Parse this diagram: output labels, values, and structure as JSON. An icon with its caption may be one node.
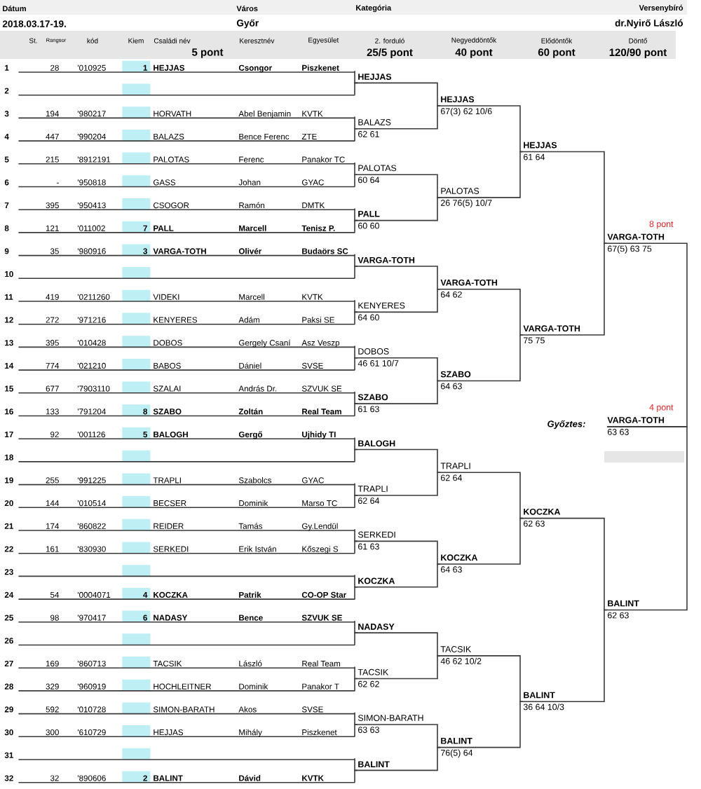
{
  "diagram": {
    "nodes": [
      {
        "text": [
          "1",
          "28",
          "'010925",
          "1",
          "HEJJAS",
          "Csongor",
          "Piszkenet"
        ]
      },
      {
        "text": [
          "2"
        ]
      },
      {
        "text": [
          "3",
          "194",
          "'980217",
          "HORVATH",
          "Abel Benjamin",
          "KVTK"
        ]
      },
      {
        "text": [
          "4",
          "447",
          "'990204",
          "BALAZS",
          "Bence Ferenc",
          "ZTE"
        ]
      },
      {
        "text": [
          "5",
          "215",
          "'8912191",
          "PALOTAS",
          "Ferenc",
          "Panakor TC"
        ]
      },
      {
        "text": [
          "6",
          "-",
          "'950818",
          "GASS",
          "Johan",
          "GYAC"
        ]
      },
      {
        "text": [
          "7",
          "395",
          "'950413",
          "CSOGOR",
          "Ramón",
          "DMTK"
        ]
      },
      {
        "text": [
          "8",
          "121",
          "'011002",
          "7",
          "PALL",
          "Marcell",
          "Tenisz P."
        ]
      },
      {
        "text": [
          "9",
          "35",
          "'980916",
          "3",
          "VARGA-TOTH",
          "Olivér",
          "Budaörs SC"
        ]
      },
      {
        "text": [
          "10"
        ]
      },
      {
        "text": [
          "11",
          "419",
          "'0211260",
          "VIDEKI",
          "Marcell",
          "KVTK"
        ]
      },
      {
        "text": [
          "12",
          "272",
          "'971216",
          "KENYERES",
          "Adám",
          "Paksi SE"
        ]
      },
      {
        "text": [
          "13",
          "395",
          "'010428",
          "DOBOS",
          "Gergely Csaní",
          "Asz Veszp"
        ]
      },
      {
        "text": [
          "14",
          "774",
          "'021210",
          "BABOS",
          "Dániel",
          "SVSE"
        ]
      },
      {
        "text": [
          "15",
          "677",
          "'7903110",
          "SZALAI",
          "András Dr.",
          "SZVUK SE"
        ]
      },
      {
        "text": [
          "16",
          "133",
          "'791204",
          "8",
          "SZABO",
          "Zoltán",
          "Real Team"
        ]
      },
      {
        "text": [
          "17",
          "92",
          "'001126",
          "5",
          "BALOGH",
          "Gergő",
          "Ujhidy TI"
        ]
      },
      {
        "text": [
          "18"
        ]
      },
      {
        "text": [
          "19",
          "255",
          "'991225",
          "TRAPLI",
          "Szabolcs",
          "GYAC"
        ]
      },
      {
        "text": [
          "20",
          "144",
          "'010514",
          "BECSER",
          "Dominik",
          "Marso TC"
        ]
      },
      {
        "text": [
          "21",
          "174",
          "'860822",
          "REIDER",
          "Tamás",
          "Gy.Lendül"
        ]
      },
      {
        "text": [
          "22",
          "161",
          "'830930",
          "SERKEDI",
          "Erik István",
          "Kőszegi S"
        ]
      },
      {
        "text": [
          "23"
        ]
      },
      {
        "text": [
          "24",
          "54",
          "'0004071",
          "4",
          "KOCZKA",
          "Patrik",
          "CO-OP Star"
        ]
      },
      {
        "text": [
          "25",
          "98",
          "'970417",
          "6",
          "NADASY",
          "Bence",
          "SZVUK SE"
        ]
      },
      {
        "text": [
          "26"
        ]
      },
      {
        "text": [
          "27",
          "169",
          "'860713",
          "TACSIK",
          "László",
          "Real Team"
        ]
      },
      {
        "text": [
          "28",
          "329",
          "'960919",
          "HOCHLEITNER",
          "Dominik",
          "Panakor T"
        ]
      },
      {
        "text": [
          "29",
          "592",
          "'010728",
          "SIMON-BARATH",
          "Akos",
          "SVSE"
        ]
      },
      {
        "text": [
          "30",
          "300",
          "'610729",
          "HEJJAS",
          "Mihály",
          "Piszkenet"
        ]
      },
      {
        "text": [
          "31"
        ]
      },
      {
        "text": [
          "32",
          "32",
          "'890606",
          "2",
          "BALINT",
          "Dávid",
          "KVTK"
        ]
      },
      {
        "text": [
          "HEJJAS"
        ]
      },
      {
        "text": [
          "BALAZS",
          "62 61"
        ]
      },
      {
        "text": [
          "PALOTAS",
          "60 64"
        ]
      },
      {
        "text": [
          "PALL",
          "60 60"
        ]
      },
      {
        "text": [
          "VARGA-TOTH"
        ]
      },
      {
        "text": [
          "KENYERES",
          "64 60"
        ]
      },
      {
        "text": [
          "DOBOS",
          "46 61 10/7"
        ]
      },
      {
        "text": [
          "SZABO",
          "61 63"
        ]
      },
      {
        "text": [
          "BALOGH"
        ]
      },
      {
        "text": [
          "TRAPLI",
          "62 64"
        ]
      },
      {
        "text": [
          "SERKEDI",
          "61 63"
        ]
      },
      {
        "text": [
          "KOCZKA"
        ]
      },
      {
        "text": [
          "NADASY"
        ]
      },
      {
        "text": [
          "TACSIK",
          "62 62"
        ]
      },
      {
        "text": [
          "SIMON-BARATH",
          "63 63"
        ]
      },
      {
        "text": [
          "BALINT"
        ]
      },
      {
        "text": [
          "HEJJAS",
          "67(3) 62 10/6"
        ]
      },
      {
        "text": [
          "PALOTAS",
          "26 76(5) 10/7"
        ]
      },
      {
        "text": [
          "VARGA-TOTH",
          "64 62"
        ]
      },
      {
        "text": [
          "SZABO",
          "64 63"
        ]
      },
      {
        "text": [
          "TRAPLI",
          "62 64"
        ]
      },
      {
        "text": [
          "KOCZKA",
          "64 63"
        ]
      },
      {
        "text": [
          "TACSIK",
          "46 62 10/2"
        ]
      },
      {
        "text": [
          "BALINT",
          "76(5) 64"
        ]
      },
      {
        "text": [
          "HEJJAS",
          "61 64"
        ]
      },
      {
        "text": [
          "VARGA-TOTH",
          "75 75"
        ]
      },
      {
        "text": [
          "KOCZKA",
          "62 63"
        ]
      },
      {
        "text": [
          "BALINT",
          "36 64 10/3"
        ]
      },
      {
        "text": [
          "VARGA-TOTH",
          "67(5) 63 75"
        ],
        "beside": [
          "8 pont"
        ]
      },
      {
        "text": [
          "BALINT",
          "62 63"
        ]
      },
      {
        "text": [
          "VARGA-TOTH",
          "63 63"
        ],
        "beside": [
          "4 pont"
        ]
      }
    ],
    "edges": [
      {
        "from": 0,
        "to": 32,
        "arrow": "none"
      },
      {
        "from": 1,
        "to": 32,
        "arrow": "none"
      },
      {
        "from": 2,
        "to": 33,
        "arrow": "none"
      },
      {
        "from": 3,
        "to": 33,
        "arrow": "none"
      },
      {
        "from": 4,
        "to": 34,
        "arrow": "none"
      },
      {
        "from": 5,
        "to": 34,
        "arrow": "none"
      },
      {
        "from": 6,
        "to": 35,
        "arrow": "none"
      },
      {
        "from": 7,
        "to": 35,
        "arrow": "none"
      },
      {
        "from": 8,
        "to": 36,
        "arrow": "none"
      },
      {
        "from": 9,
        "to": 36,
        "arrow": "none"
      },
      {
        "from": 10,
        "to": 37,
        "arrow": "none"
      },
      {
        "from": 11,
        "to": 37,
        "arrow": "none"
      },
      {
        "from": 12,
        "to": 38,
        "arrow": "none"
      },
      {
        "from": 13,
        "to": 38,
        "arrow": "none"
      },
      {
        "from": 14,
        "to": 39,
        "arrow": "none"
      },
      {
        "from": 15,
        "to": 39,
        "arrow": "none"
      },
      {
        "from": 16,
        "to": 40,
        "arrow": "none"
      },
      {
        "from": 17,
        "to": 40,
        "arrow": "none"
      },
      {
        "from": 18,
        "to": 41,
        "arrow": "none"
      },
      {
        "from": 19,
        "to": 41,
        "arrow": "none"
      },
      {
        "from": 20,
        "to": 42,
        "arrow": "none"
      },
      {
        "from": 21,
        "to": 42,
        "arrow": "none"
      },
      {
        "from": 22,
        "to": 43,
        "arrow": "none"
      },
      {
        "from": 23,
        "to": 43,
        "arrow": "none"
      },
      {
        "from": 24,
        "to": 44,
        "arrow": "none"
      },
      {
        "from": 25,
        "to": 44,
        "arrow": "none"
      },
      {
        "from": 26,
        "to": 45,
        "arrow": "none"
      },
      {
        "from": 27,
        "to": 45,
        "arrow": "none"
      },
      {
        "from": 28,
        "to": 46,
        "arrow": "none"
      },
      {
        "from": 29,
        "to": 46,
        "arrow": "none"
      },
      {
        "from": 30,
        "to": 47,
        "arrow": "none"
      },
      {
        "from": 31,
        "to": 47,
        "arrow": "none"
      },
      {
        "from": 32,
        "to": 48,
        "arrow": "none"
      },
      {
        "from": 33,
        "to": 48,
        "arrow": "none"
      },
      {
        "from": 34,
        "to": 49,
        "arrow": "none"
      },
      {
        "from": 35,
        "to": 49,
        "arrow": "none"
      },
      {
        "from": 36,
        "to": 50,
        "arrow": "none"
      },
      {
        "from": 37,
        "to": 50,
        "arrow": "none"
      },
      {
        "from": 38,
        "to": 51,
        "arrow": "none"
      },
      {
        "from": 39,
        "to": 51,
        "arrow": "none"
      },
      {
        "from": 40,
        "to": 52,
        "arrow": "none"
      },
      {
        "from": 41,
        "to": 52,
        "arrow": "none"
      },
      {
        "from": 42,
        "to": 53,
        "arrow": "none"
      },
      {
        "from": 43,
        "to": 53,
        "arrow": "none"
      },
      {
        "from": 44,
        "to": 54,
        "arrow": "none"
      },
      {
        "from": 45,
        "to": 54,
        "arrow": "none"
      },
      {
        "from": 46,
        "to": 55,
        "arrow": "none"
      },
      {
        "from": 47,
        "to": 55,
        "arrow": "none"
      },
      {
        "from": 48,
        "to": 56,
        "arrow": "none"
      },
      {
        "from": 49,
        "to": 56,
        "arrow": "none"
      },
      {
        "from": 50,
        "to": 57,
        "arrow": "none"
      },
      {
        "from": 51,
        "to": 57,
        "arrow": "none"
      },
      {
        "from": 52,
        "to": 58,
        "arrow": "none"
      },
      {
        "from": 53,
        "to": 58,
        "arrow": "none"
      },
      {
        "from": 54,
        "to": 59,
        "arrow": "none"
      },
      {
        "from": 55,
        "to": 59,
        "arrow": "none"
      },
      {
        "from": 56,
        "to": 60,
        "arrow": "none"
      },
      {
        "from": 57,
        "to": 60,
        "arrow": "none"
      },
      {
        "from": 58,
        "to": 61,
        "arrow": "none"
      },
      {
        "from": 59,
        "to": 61,
        "arrow": "none"
      },
      {
        "from": 60,
        "to": 62,
        "arrow": "none"
      },
      {
        "from": 61,
        "to": 62,
        "arrow": "none"
      }
    ],
    "labels": [
      "Dátum",
      "Város",
      "Kategória",
      "Versenybíró",
      "2018.03.17-19.",
      "Győr",
      "dr.Nyirő László",
      "St.",
      "Rangsor",
      "kód",
      "Kiem",
      "Családi név",
      "Keresztnév",
      "Egyesület",
      "2. forduló",
      "Negyeddöntők",
      "Elődöntők",
      "Döntő",
      "5 pont",
      "25/5 pont",
      "40 pont",
      "60 pont",
      "120/90 pont",
      "Győztes:"
    ]
  }
}
